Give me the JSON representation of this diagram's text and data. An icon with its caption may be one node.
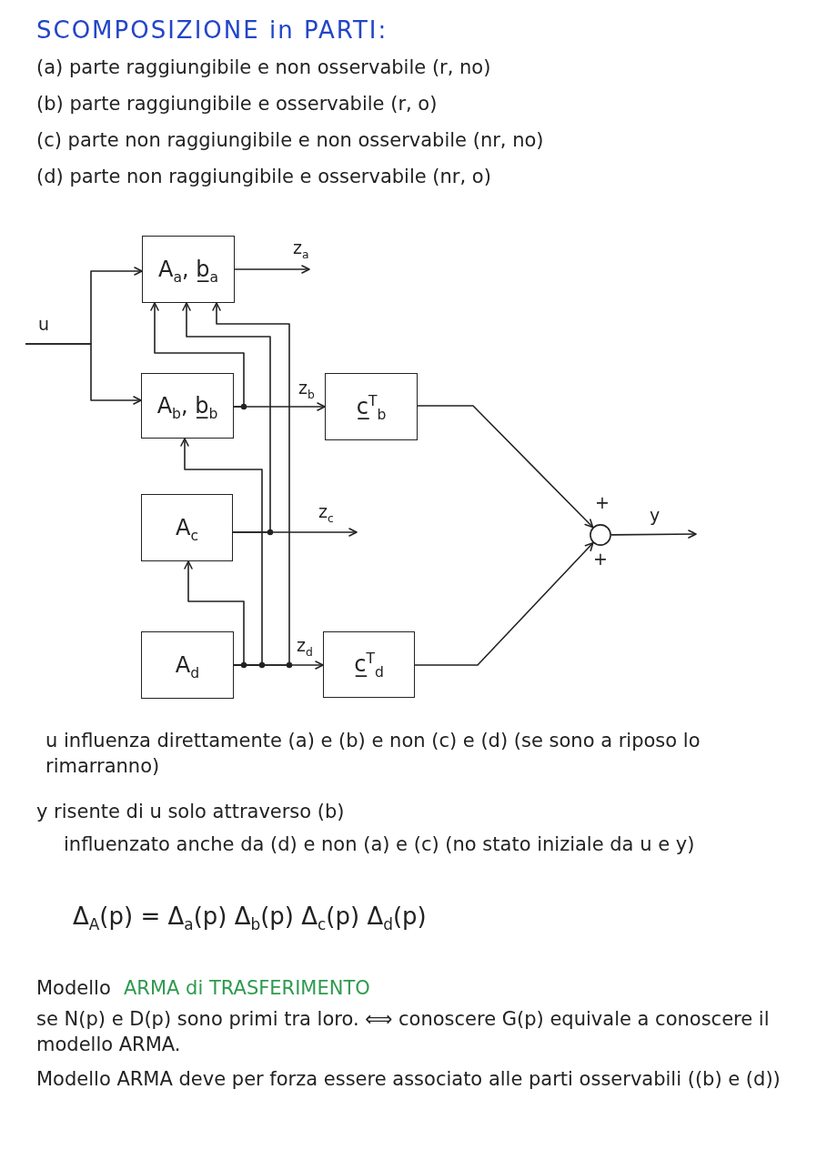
{
  "diagram": {
    "title": "SCOMPOSIZIONE in PARTI:",
    "nodes": [
      {
        "text": [
          "A$_{a}$, b̲$_{a}$"
        ]
      },
      {
        "text": [
          "A$_{b}$, b̲$_{b}$"
        ]
      },
      {
        "text": [
          "c̲$^{T}$$_{b}$"
        ]
      },
      {
        "text": [
          "A$_{c}$"
        ]
      },
      {
        "text": [
          "A$_{d}$"
        ]
      },
      {
        "text": [
          "c̲$^{T}$$_{d}$"
        ]
      },
      {
        "text": [],
        "shape": "circle"
      }
    ],
    "edges": [
      {
        "from": null,
        "to": 0,
        "arrow": "to",
        "label": "u"
      },
      {
        "from": null,
        "to": 1,
        "arrow": "to"
      },
      {
        "from": 0,
        "to": null,
        "arrow": "to",
        "label": "z$_{a}$"
      },
      {
        "from": 1,
        "to": 2,
        "arrow": "to",
        "label": "z$_{b}$"
      },
      {
        "from": 1,
        "to": 0,
        "arrow": "to"
      },
      {
        "from": 3,
        "to": 0,
        "arrow": "to"
      },
      {
        "from": 4,
        "to": 0,
        "arrow": "to"
      },
      {
        "from": 4,
        "to": 1,
        "arrow": "to"
      },
      {
        "from": 3,
        "to": null,
        "arrow": "to",
        "label": "z$_{c}$"
      },
      {
        "from": 4,
        "to": 3,
        "arrow": "to"
      },
      {
        "from": 4,
        "to": 5,
        "arrow": "to",
        "label": "z$_{d}$"
      },
      {
        "from": 2,
        "to": 6,
        "arrow": "to",
        "label": "+"
      },
      {
        "from": 5,
        "to": 6,
        "arrow": "to",
        "label": "+"
      },
      {
        "from": 6,
        "to": null,
        "arrow": "to",
        "label": "y"
      }
    ],
    "labels": [
      "(a) parte raggiungibile e non osservabile (r, no)",
      "(b) parte raggiungibile e osservabile (r, o)",
      "(c) parte non raggiungibile e non osservabile (nr, no)",
      "(d) parte non raggiungibile e osservabile (nr, o)",
      "u influenza direttamente (a) e (b) e non (c) e (d) (se sono a riposo lo rimarranno)",
      "y risente di u solo attraverso (b)",
      "influenzato anche da (d) e non (a) e (c) (no stato iniziale da u e y)",
      "Δ$_{A}$(p) = Δ$_{a}$(p) Δ$_{b}$(p) Δ$_{c}$(p) Δ$_{d}$(p)",
      "Modello",
      "ARMA di TRASFERIMENTO",
      "se N(p) e D(p) sono primi tra loro. ⟺ conoscere G(p) equivale a conoscere il modello ARMA.",
      "Modello ARMA deve per forza essere associato alle parti osservabili ((b) e (d))"
    ]
  }
}
